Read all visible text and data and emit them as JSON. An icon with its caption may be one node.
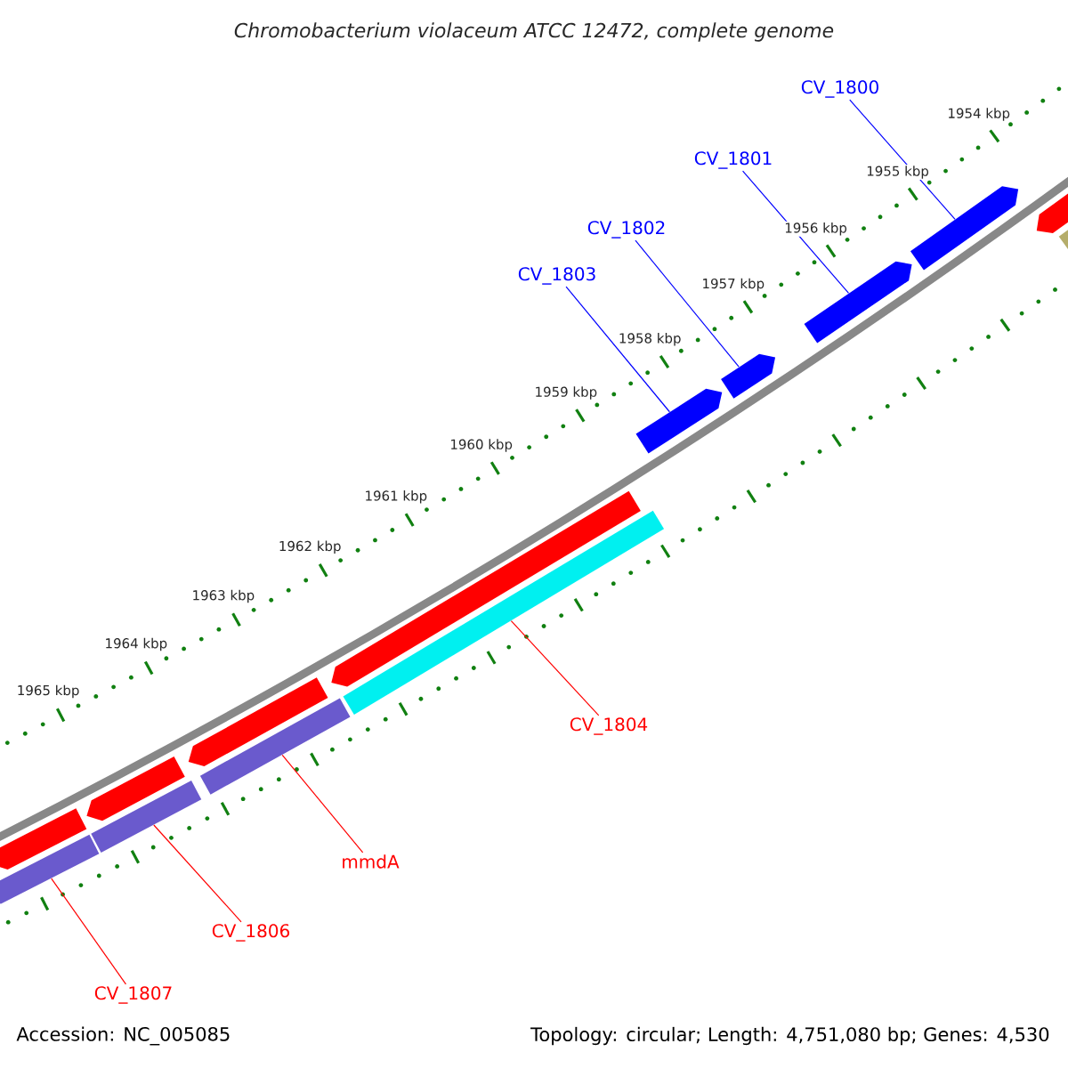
{
  "diagram": {
    "title": "Chromobacterium violaceum ATCC 12472, complete genome",
    "nodes": [
      {
        "text": [
          "CV_1800"
        ]
      },
      {
        "text": [
          "CV_1801"
        ]
      },
      {
        "text": [
          "CV_1802"
        ]
      },
      {
        "text": [
          "CV_1803"
        ]
      },
      {
        "text": [
          "CV_1804"
        ]
      },
      {
        "text": [
          "mmdA"
        ]
      },
      {
        "text": [
          "CV_1806"
        ]
      },
      {
        "text": [
          "CV_1807"
        ]
      },
      {
        "text": [],
        "shape": "bar"
      },
      {
        "text": [],
        "shape": "bar"
      },
      {
        "text": [],
        "shape": "bar"
      },
      {
        "text": [],
        "shape": "bar"
      },
      {
        "text": [],
        "shape": "bar"
      },
      {
        "text": [],
        "shape": "bar"
      },
      {
        "text": [],
        "shape": "bar"
      },
      {
        "text": [],
        "shape": "bar"
      },
      {
        "text": [],
        "shape": "bar"
      },
      {
        "text": [],
        "shape": "bar"
      },
      {
        "text": [],
        "shape": "bar"
      },
      {
        "text": [],
        "shape": "bar"
      },
      {
        "text": [],
        "shape": "bar"
      },
      {
        "text": [],
        "shape": "bar"
      }
    ],
    "edges": [
      {
        "from": 0,
        "to": 11,
        "arrow": "none",
        "color": "#0000ff"
      },
      {
        "from": 1,
        "to": 10,
        "arrow": "none",
        "color": "#0000ff"
      },
      {
        "from": 2,
        "to": 9,
        "arrow": "none",
        "color": "#0000ff"
      },
      {
        "from": 3,
        "to": 8,
        "arrow": "none",
        "color": "#0000ff"
      },
      {
        "from": 4,
        "to": 21,
        "arrow": "none",
        "color": "#ff0000"
      },
      {
        "from": 5,
        "to": 20,
        "arrow": "none",
        "color": "#ff0000"
      },
      {
        "from": 6,
        "to": 19,
        "arrow": "none",
        "color": "#ff0000"
      },
      {
        "from": 7,
        "to": 18,
        "arrow": "none",
        "color": "#ff0000"
      }
    ],
    "labels": [
      "1954 kbp",
      "1955 kbp",
      "1956 kbp",
      "1957 kbp",
      "1958 kbp",
      "1959 kbp",
      "1960 kbp",
      "1961 kbp",
      "1962 kbp",
      "1963 kbp",
      "1964 kbp",
      "1965 kbp",
      "Accession: NC_005085",
      "Topology: circular; Length: 4,751,080 bp; Genes: 4,530"
    ]
  }
}
